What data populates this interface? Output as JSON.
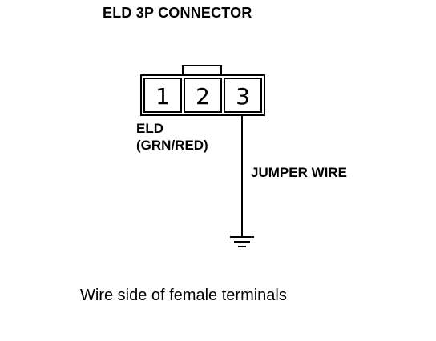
{
  "title": "ELD 3P CONNECTOR",
  "connector": {
    "pins": [
      "1",
      "2",
      "3"
    ]
  },
  "eld": {
    "label": "ELD",
    "wire_color": "(GRN/RED)"
  },
  "jumper": {
    "label": "JUMPER WIRE"
  },
  "ground_icon": "ground-symbol-icon",
  "caption": "Wire side of female terminals"
}
